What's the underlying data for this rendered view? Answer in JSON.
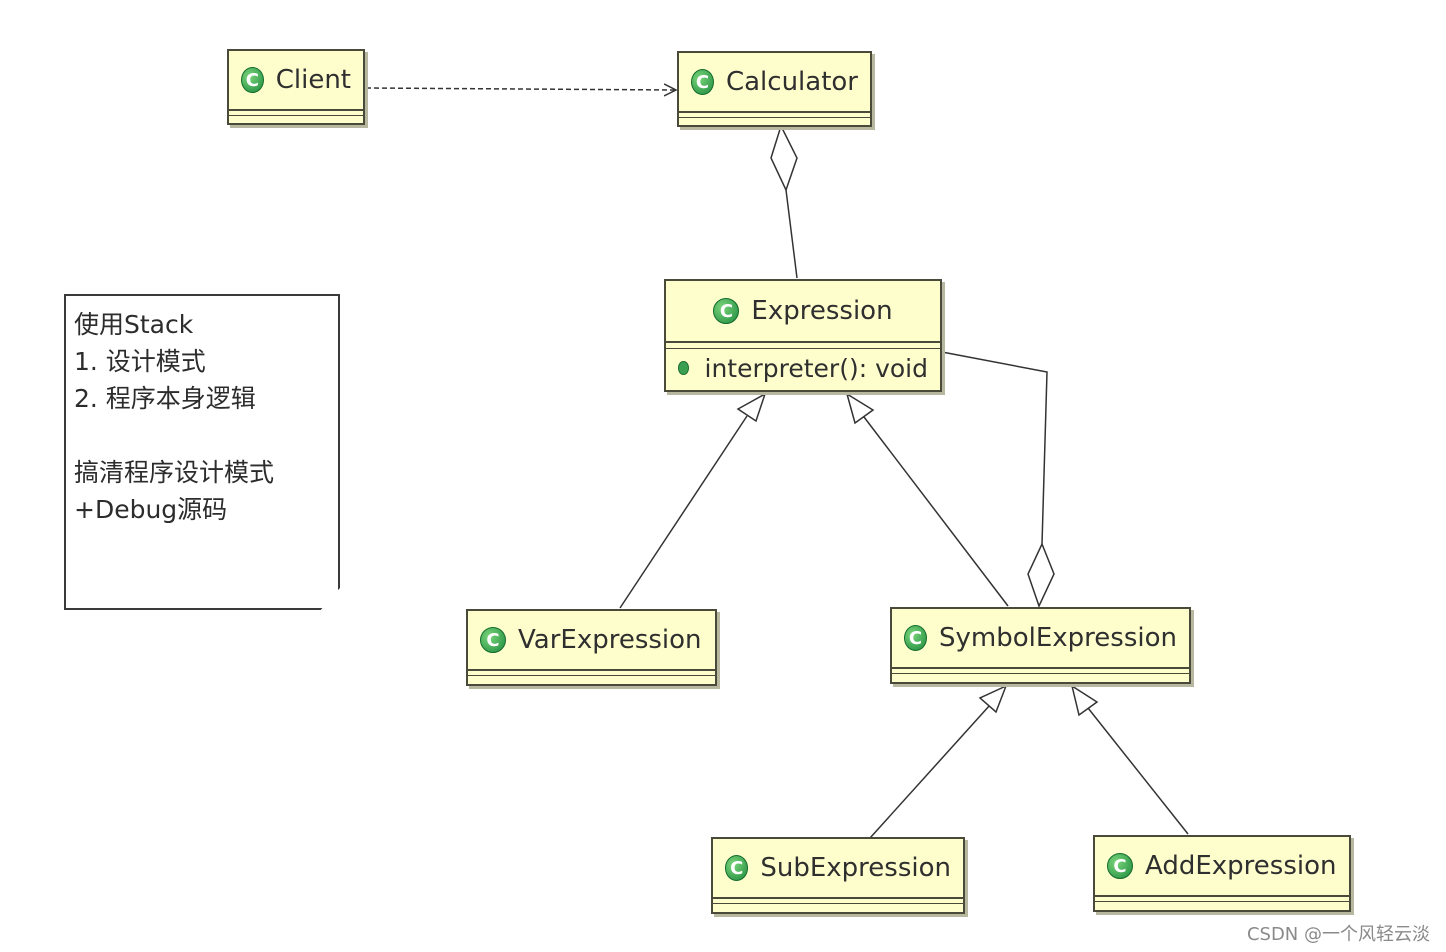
{
  "classes": {
    "client": "Client",
    "calculator": "Calculator",
    "expression": "Expression",
    "expression_op": "interpreter(): void",
    "var_expression": "VarExpression",
    "symbol_expression": "SymbolExpression",
    "sub_expression": "SubExpression",
    "add_expression": "AddExpression"
  },
  "class_icon_letter": "C",
  "note": {
    "lines": [
      "使用Stack",
      "1. 设计模式",
      "2. 程序本身逻辑",
      "",
      "搞清程序设计模式",
      "+Debug源码"
    ]
  },
  "watermark": "CSDN @一个风轻云淡"
}
